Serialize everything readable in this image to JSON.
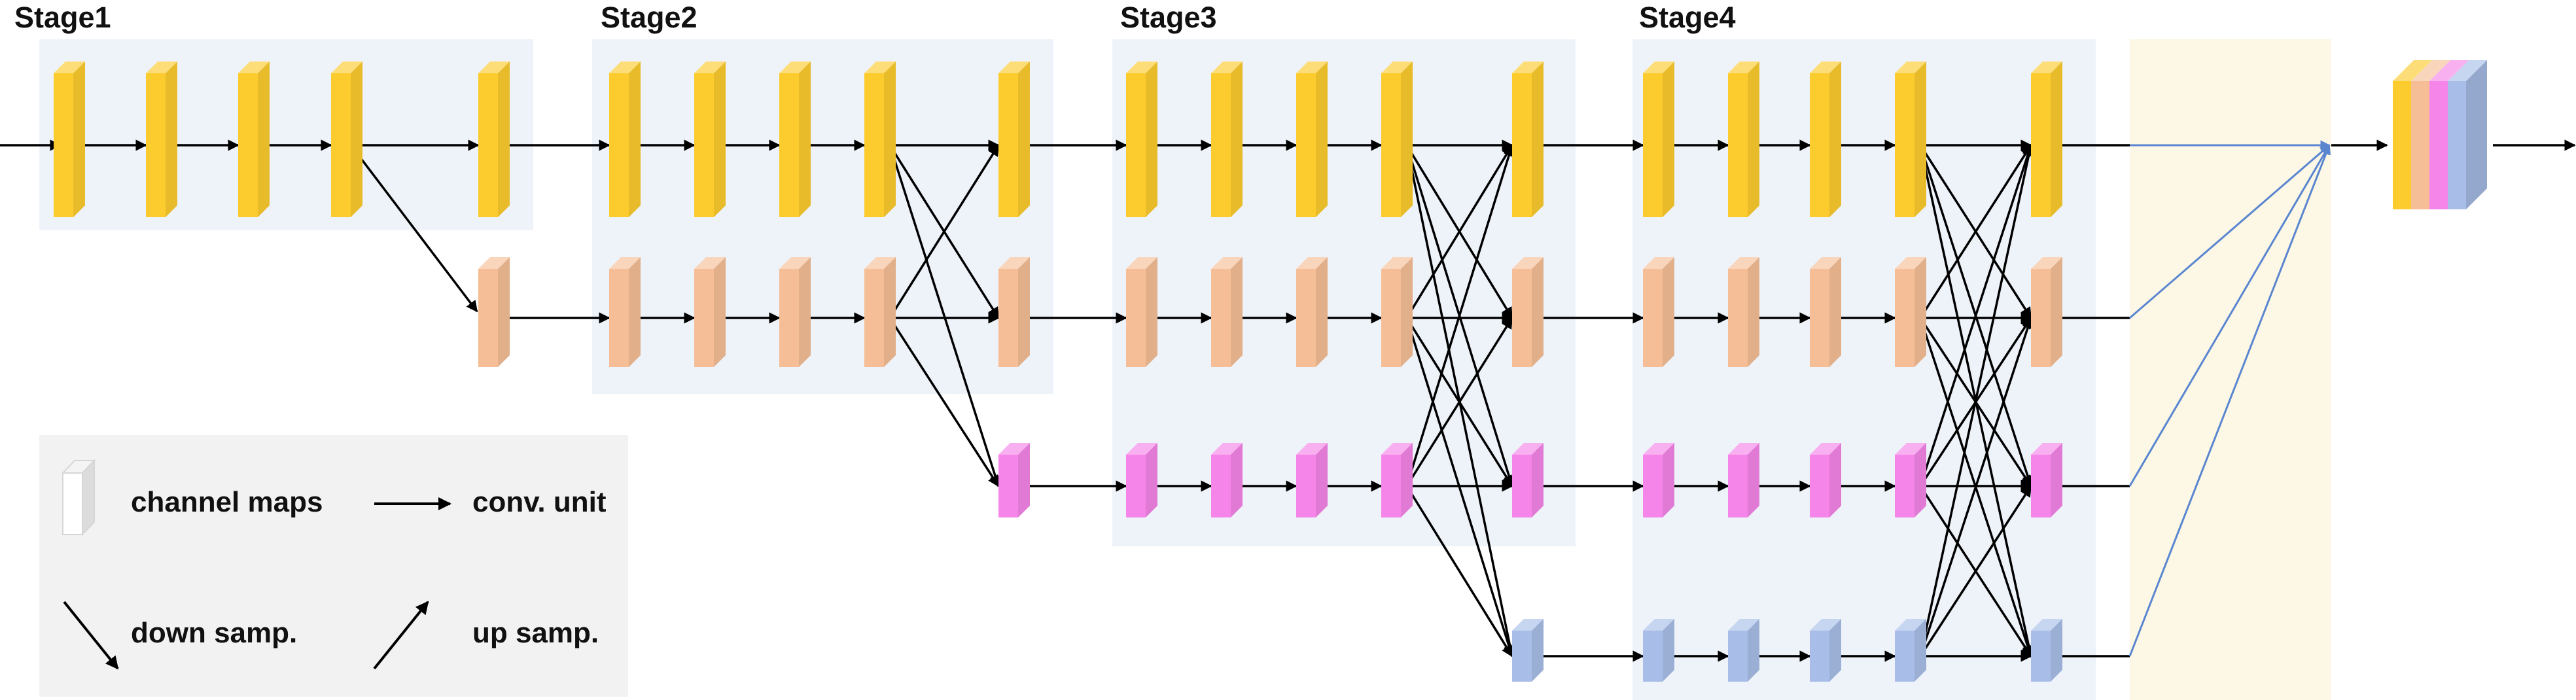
{
  "stages": [
    {
      "id": "stage1",
      "title": "Stage1"
    },
    {
      "id": "stage2",
      "title": "Stage2"
    },
    {
      "id": "stage3",
      "title": "Stage3"
    },
    {
      "id": "stage4",
      "title": "Stage4"
    }
  ],
  "legend": {
    "channel_maps": "channel maps",
    "conv_unit": "conv. unit",
    "down_samp": "down samp.",
    "up_samp": "up samp."
  },
  "colors": {
    "branch1": "#FCCB2E",
    "branch2": "#F5BE96",
    "branch3": "#F585E8",
    "branch4": "#A8BEE8",
    "stage_panel": "#EEF3FA",
    "fusion_panel": "#FDF8E6",
    "legend_panel": "#F2F2F2",
    "fusion_arrow": "#5A86D0",
    "arrow": "#000000"
  }
}
